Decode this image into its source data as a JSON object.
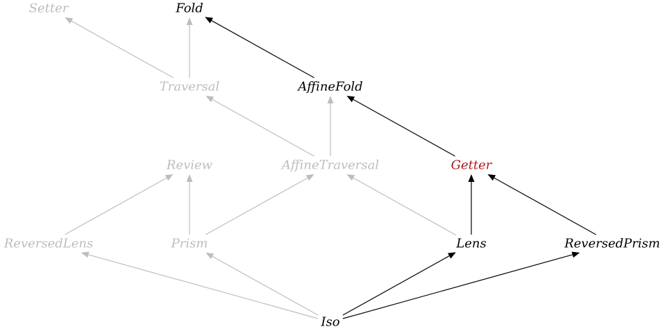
{
  "colors": {
    "active": "#000000",
    "inactive": "#bdbdbd",
    "highlight": "#b01818"
  },
  "nodes": [
    {
      "id": "setter",
      "label": "Setter",
      "state": "inactive"
    },
    {
      "id": "fold",
      "label": "Fold",
      "state": "active"
    },
    {
      "id": "traversal",
      "label": "Traversal",
      "state": "inactive"
    },
    {
      "id": "affine-fold",
      "label": "AffineFold",
      "state": "active"
    },
    {
      "id": "review",
      "label": "Review",
      "state": "inactive"
    },
    {
      "id": "affine-traversal",
      "label": "AffineTraversal",
      "state": "inactive"
    },
    {
      "id": "getter",
      "label": "Getter",
      "state": "highlight"
    },
    {
      "id": "reversed-lens",
      "label": "ReversedLens",
      "state": "inactive"
    },
    {
      "id": "prism",
      "label": "Prism",
      "state": "inactive"
    },
    {
      "id": "lens",
      "label": "Lens",
      "state": "active"
    },
    {
      "id": "reversed-prism",
      "label": "ReversedPrism",
      "state": "active"
    },
    {
      "id": "iso",
      "label": "Iso",
      "state": "active"
    }
  ],
  "edges": [
    {
      "from": "traversal",
      "to": "setter",
      "state": "inactive"
    },
    {
      "from": "traversal",
      "to": "fold",
      "state": "inactive"
    },
    {
      "from": "affine-fold",
      "to": "fold",
      "state": "active"
    },
    {
      "from": "affine-traversal",
      "to": "traversal",
      "state": "inactive"
    },
    {
      "from": "affine-traversal",
      "to": "affine-fold",
      "state": "inactive"
    },
    {
      "from": "getter",
      "to": "affine-fold",
      "state": "active"
    },
    {
      "from": "reversed-lens",
      "to": "review",
      "state": "inactive"
    },
    {
      "from": "prism",
      "to": "review",
      "state": "inactive"
    },
    {
      "from": "prism",
      "to": "affine-traversal",
      "state": "inactive"
    },
    {
      "from": "lens",
      "to": "affine-traversal",
      "state": "inactive"
    },
    {
      "from": "lens",
      "to": "getter",
      "state": "active"
    },
    {
      "from": "reversed-prism",
      "to": "getter",
      "state": "active"
    },
    {
      "from": "iso",
      "to": "reversed-lens",
      "state": "inactive"
    },
    {
      "from": "iso",
      "to": "prism",
      "state": "inactive"
    },
    {
      "from": "iso",
      "to": "lens",
      "state": "active"
    },
    {
      "from": "iso",
      "to": "reversed-prism",
      "state": "active"
    }
  ]
}
